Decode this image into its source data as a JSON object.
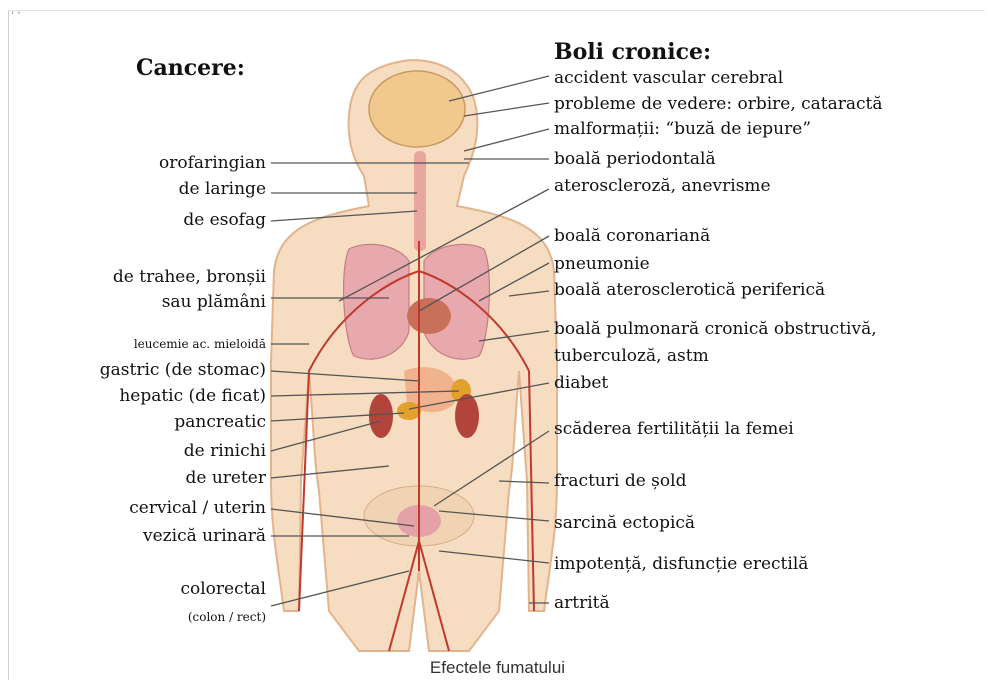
{
  "headings": {
    "cancers": "Cancere:",
    "chronic": "Boli cronice:"
  },
  "cancers": [
    "orofaringian",
    "de laringe",
    "de esofag",
    "de trahee, bronșii",
    "sau plămâni",
    "leucemie ac. mieloidă",
    "gastric (de stomac)",
    "hepatic (de ficat)",
    "pancreatic",
    "de rinichi",
    "de ureter",
    "cervical / uterin",
    "vezică urinară",
    "colorectal",
    "(colon / rect)"
  ],
  "chronic": [
    "accident vascular cerebral",
    "probleme de vedere: orbire, cataractă",
    "malformații: “buză de iepure”",
    "boală periodontală",
    "ateroscleroză, anevrisme",
    "boală coronariană",
    "pneumonie",
    "boală aterosclerotică periferică",
    "boală pulmonară cronică obstructivă,",
    "tuberculoză, astm",
    "diabet",
    "scăderea fertilității la femei",
    "fracturi de șold",
    "sarcină ectopică",
    "impotență, disfuncție erectilă",
    "artrită"
  ],
  "caption": "Efectele fumatului",
  "colors": {
    "skin": "#f6dcc0",
    "skin_edge": "#e2b48e",
    "brain": "#f1c98e",
    "lungs": "#e7a9ad",
    "heart": "#c9705a",
    "artery": "#c0392b",
    "kidney": "#b2443b",
    "liver_bladder": "#e2a12c"
  }
}
